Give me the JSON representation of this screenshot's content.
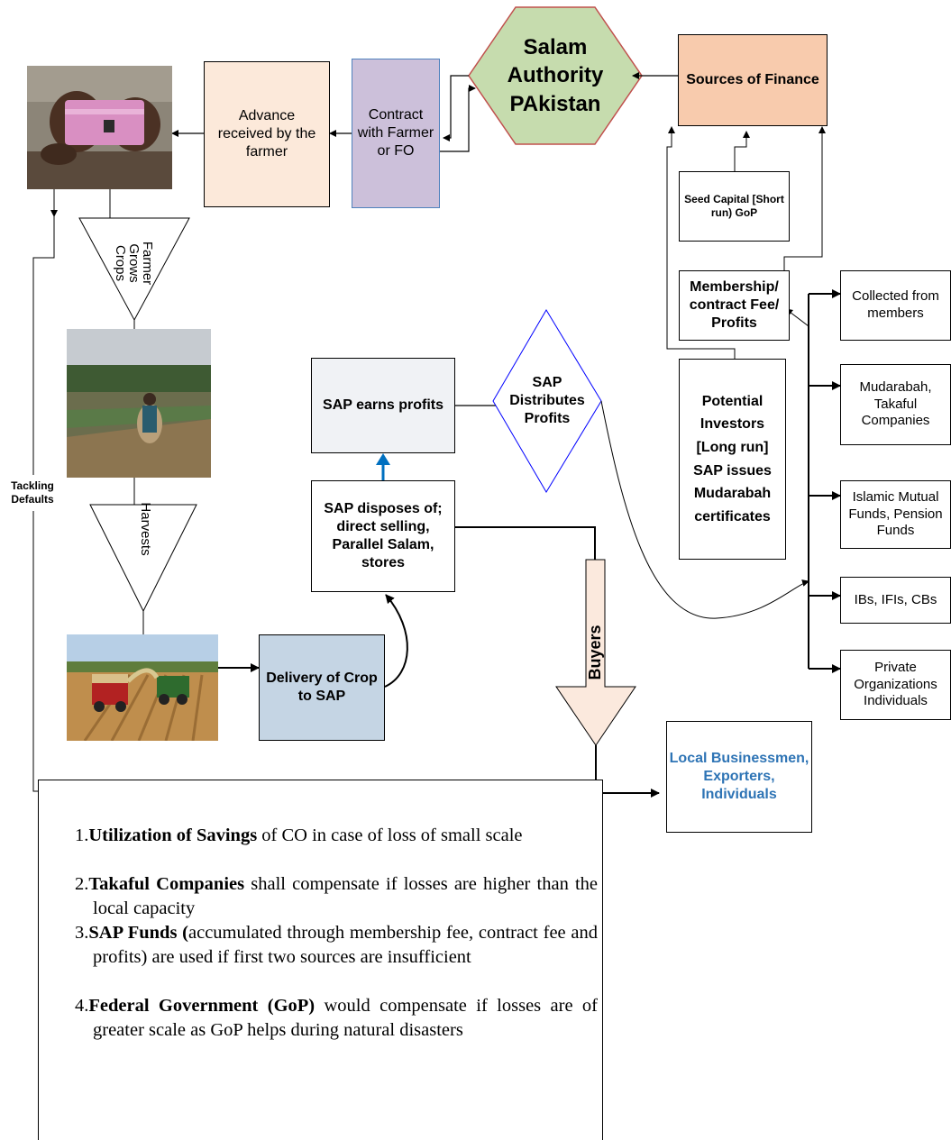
{
  "nodes": {
    "salam_authority": "Salam Authority PAkistan",
    "sources_of_finance": "Sources of Finance",
    "contract": "Contract with Farmer or FO",
    "advance": "Advance received by the farmer",
    "farmer_grows": "Farmer Grows Crops",
    "harvests": "Harvests",
    "tackling_defaults": "Tackling Defaults",
    "delivery": "Delivery of Crop to SAP",
    "sap_disposes": "SAP disposes of; direct selling, Parallel Salam, stores",
    "sap_earns": "SAP earns profits",
    "sap_distributes": "SAP Distributes Profits",
    "buyers": "Buyers",
    "local_businessmen": "Local Businessmen, Exporters, Individuals",
    "seed_capital": "Seed Capital [Short run) GoP",
    "membership_fee": "Membership/ contract Fee/ Profits",
    "potential_investors": "Potential Investors [Long run] SAP issues Mudarabah certificates",
    "collected_members": "Collected from members",
    "mudarabah_takaful": "Mudarabah, Takaful Companies",
    "islamic_funds": "Islamic Mutual Funds, Pension Funds",
    "ibs": "IBs, IFIs, CBs",
    "private_orgs": "Private Organizations Individuals"
  },
  "notes": [
    {
      "num": "1.",
      "bold": "Utilization of Savings",
      "rest": " of CO in case of loss of small scale"
    },
    {
      "num": "2.",
      "bold": "Takaful Companies",
      "rest": " shall compensate if losses are higher than the local capacity"
    },
    {
      "num": "3.",
      "bold": "SAP Funds (",
      "rest": "accumulated through membership fee, contract fee and profits) are used if first two sources are insufficient"
    },
    {
      "num": "4.",
      "bold": "Federal Government (GoP)",
      "rest": " would compensate if losses are of greater scale as GoP helps during natural disasters"
    }
  ],
  "colors": {
    "salam_fill": "#c6dcae",
    "salam_border": "#c0504d",
    "finance_fill": "#f8cbad",
    "contract_fill": "#ccc0da",
    "contract_border": "#4f81bd",
    "advance_fill": "#fce9da",
    "delivery_fill": "#c5d5e4",
    "earns_fill": "#f0f2f5",
    "buyers_fill": "#fbe9dd",
    "local_text": "#2e74b5",
    "diamond_border": "#0000ff",
    "up_arrow": "#0070c0"
  },
  "icons": {
    "money_photo": "money-photo",
    "field_photo": "farmer-field-photo",
    "harvester_photo": "harvester-photo"
  }
}
